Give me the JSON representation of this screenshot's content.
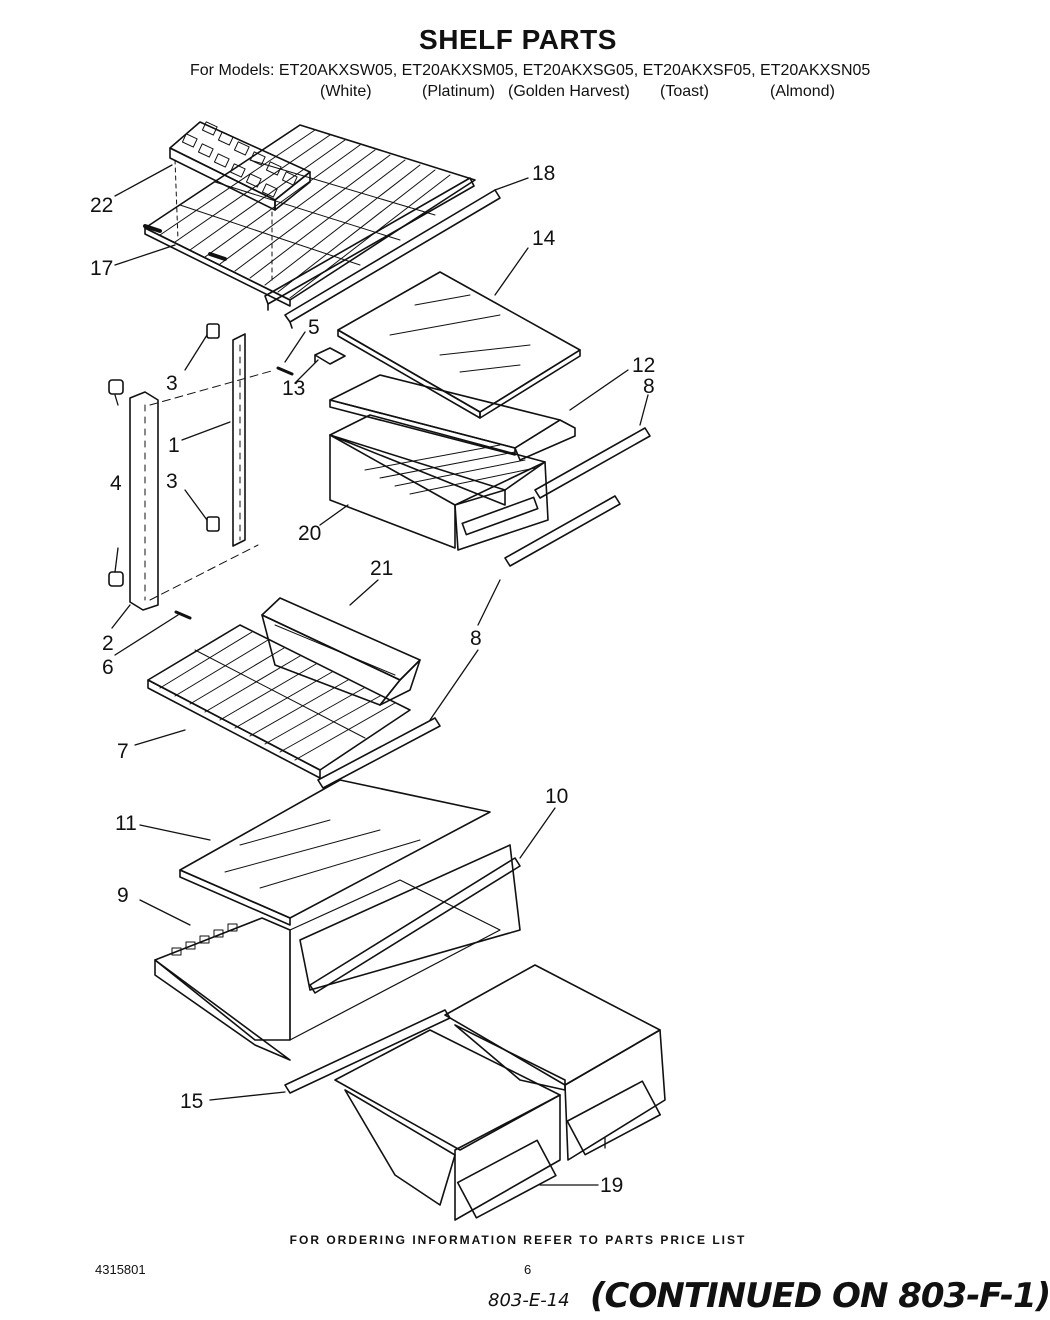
{
  "header": {
    "title": "SHELF PARTS",
    "models_line": "For Models:  ET20AKXSW05, ET20AKXSM05, ET20AKXSG05, ET20AKXSF05, ET20AKXSN05",
    "colors": [
      "(White)",
      "(Platinum)",
      "(Golden Harvest)",
      "(Toast)",
      "(Almond)"
    ]
  },
  "callouts": [
    "22",
    "17",
    "18",
    "14",
    "5",
    "3",
    "13",
    "12",
    "8",
    "4",
    "1",
    "3",
    "20",
    "21",
    "2",
    "6",
    "8",
    "7",
    "10",
    "11",
    "9",
    "15",
    "19"
  ],
  "footer": {
    "ordering_note": "FOR ORDERING INFORMATION REFER TO PARTS PRICE LIST",
    "catalog_number": "4315801",
    "page_number": "6",
    "handwritten_ref": "803-E-14",
    "continued": "(CONTINUED ON 803-F-1)"
  }
}
